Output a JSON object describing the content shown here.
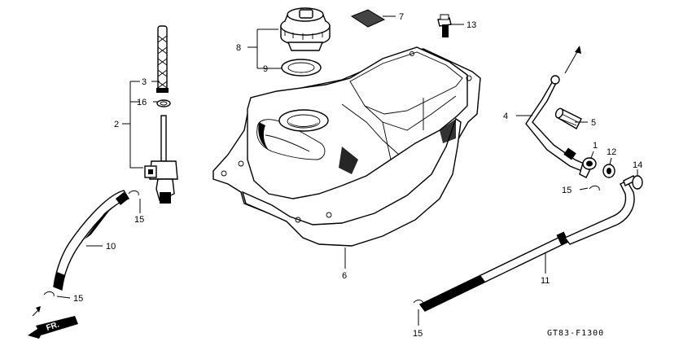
{
  "diagram_code": "GT83-F1300",
  "direction_marker": "FR.",
  "callouts": {
    "c1": "1",
    "c2": "2",
    "c3": "3",
    "c4": "4",
    "c5": "5",
    "c6": "6",
    "c7": "7",
    "c8": "8",
    "c9": "9",
    "c10": "10",
    "c11": "11",
    "c12": "12",
    "c13": "13",
    "c14": "14",
    "c15a": "15",
    "c15b": "15",
    "c15c": "15",
    "c15d": "15",
    "c16": "16"
  }
}
